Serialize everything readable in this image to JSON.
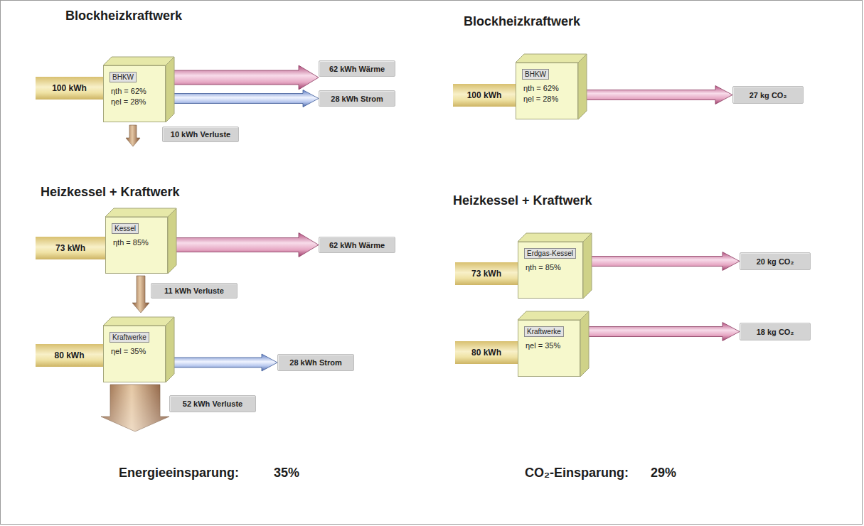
{
  "diagram": {
    "nodes": [
      {
        "text": [
          "100 kWh"
        ]
      },
      {
        "text": [
          "BHKW",
          "ηth = 62%",
          "ηel = 28%"
        ]
      },
      {
        "text": [
          "62 kWh Wärme"
        ]
      },
      {
        "text": [
          "28 kWh Strom"
        ]
      },
      {
        "text": [
          "10 kWh Verluste"
        ]
      },
      {
        "text": [
          "100 kWh"
        ]
      },
      {
        "text": [
          "BHKW",
          "ηth = 62%",
          "ηel = 28%"
        ]
      },
      {
        "text": [
          "27 kg CO₂"
        ]
      },
      {
        "text": [
          "73 kWh"
        ]
      },
      {
        "text": [
          "Kessel",
          "ηth = 85%"
        ]
      },
      {
        "text": [
          "62 kWh Wärme"
        ]
      },
      {
        "text": [
          "11 kWh Verluste"
        ]
      },
      {
        "text": [
          "80 kWh"
        ]
      },
      {
        "text": [
          "Kraftwerke",
          "ηel = 35%"
        ]
      },
      {
        "text": [
          "28 kWh Strom"
        ]
      },
      {
        "text": [
          "52 kWh Verluste"
        ]
      },
      {
        "text": [
          "73 kWh"
        ]
      },
      {
        "text": [
          "Erdgas-Kessel",
          "ηth = 85%"
        ]
      },
      {
        "text": [
          "20 kg CO₂"
        ]
      },
      {
        "text": [
          "80 kWh"
        ]
      },
      {
        "text": [
          "Kraftwerke",
          "ηel = 35%"
        ]
      },
      {
        "text": [
          "18 kg CO₂"
        ]
      }
    ],
    "edges": [
      {
        "from": 1,
        "to": 2,
        "arrow": "to"
      },
      {
        "from": 1,
        "to": 3,
        "arrow": "to"
      },
      {
        "from": 6,
        "to": 7,
        "arrow": "to"
      },
      {
        "from": 9,
        "to": 10,
        "arrow": "to"
      },
      {
        "from": 13,
        "to": 14,
        "arrow": "to"
      },
      {
        "from": 17,
        "to": 18,
        "arrow": "to"
      },
      {
        "from": 20,
        "to": 21,
        "arrow": "to"
      }
    ],
    "labels": [
      "Blockheizkraftwerk",
      "Blockheizkraftwerk",
      "Heizkessel + Kraftwerk",
      "Heizkessel + Kraftwerk",
      "Energieeinsparung:",
      "35%",
      "CO₂-Einsparung:",
      "29%"
    ]
  }
}
